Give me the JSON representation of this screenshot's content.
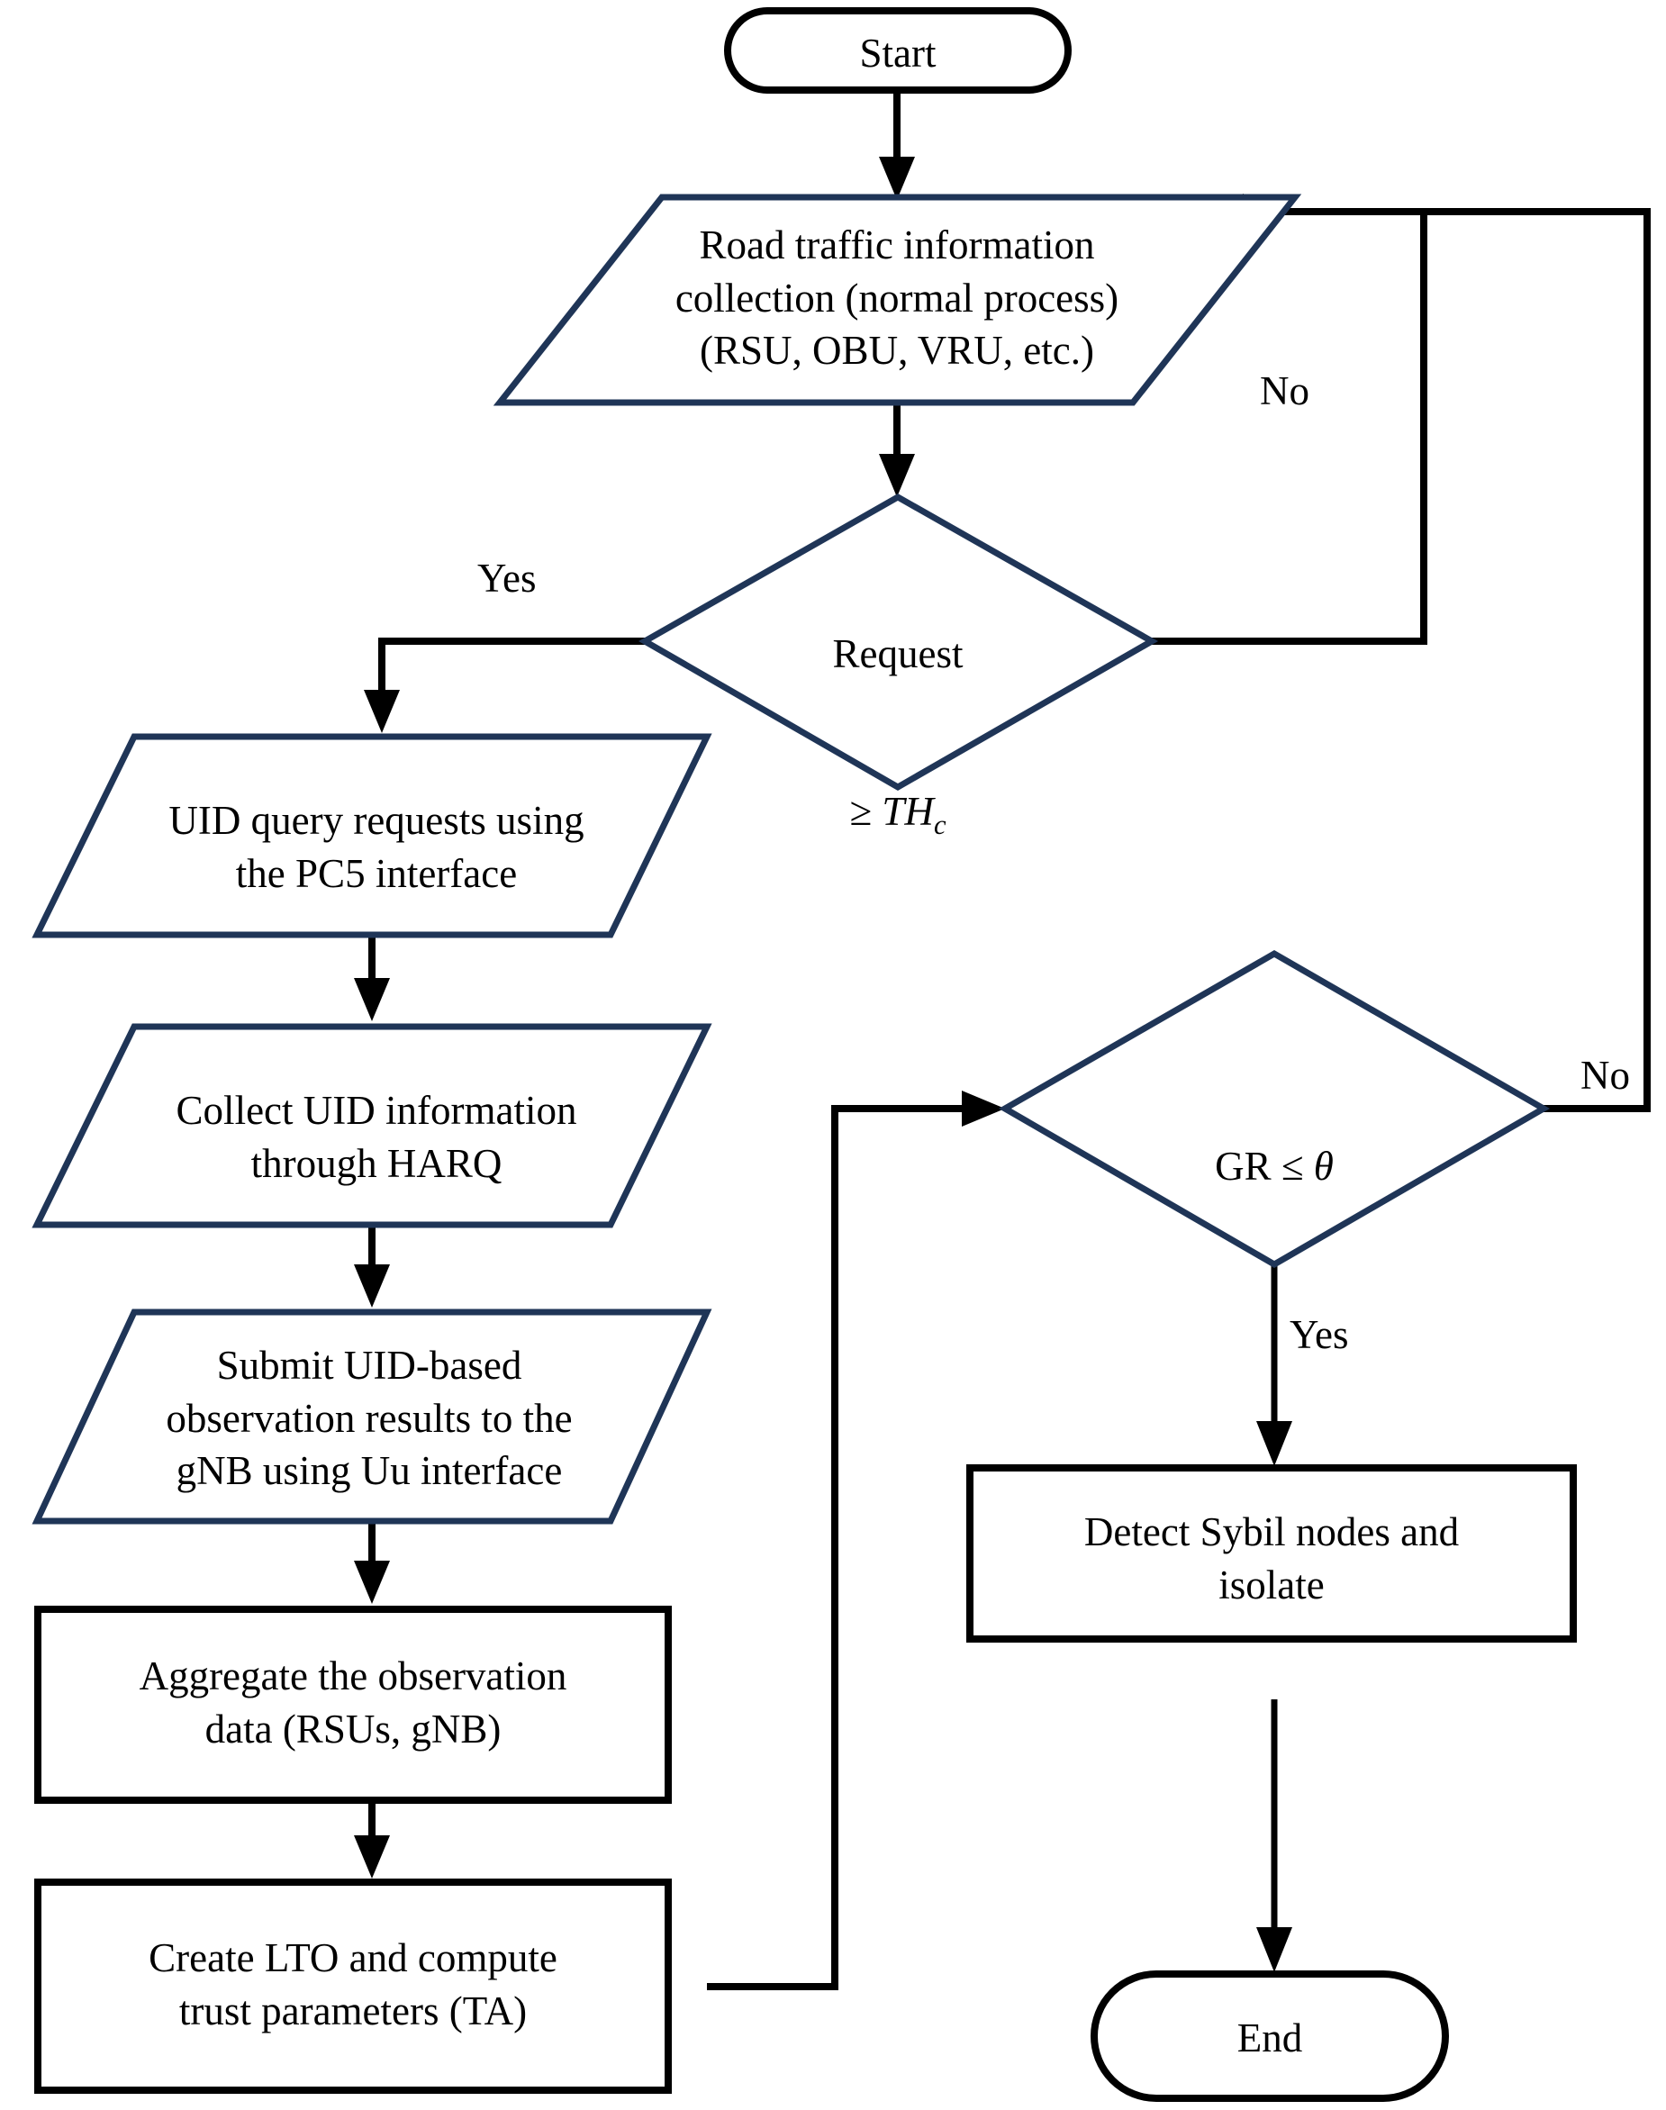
{
  "diagram": {
    "title": "Sybil node detection flowchart",
    "colors": {
      "shape_navy_stroke": "#1F3557",
      "shape_black_stroke": "#000000",
      "connector": "#000000",
      "background": "#FFFFFF",
      "text": "#000000"
    }
  },
  "nodes": {
    "start": {
      "label": "Start",
      "shape": "terminator"
    },
    "road_traffic": {
      "label": "Road traffic information\ncollection (normal process)\n(RSU, OBU, VRU, etc.)",
      "shape": "parallelogram"
    },
    "request_decision": {
      "label_line1": "Request",
      "label_line2_op": "≥",
      "label_line2_var": "TH",
      "label_line2_sub": "c",
      "shape": "diamond"
    },
    "uid_query": {
      "label": "UID query requests using\nthe PC5 interface",
      "shape": "parallelogram"
    },
    "collect_uid": {
      "label": "Collect UID information\nthrough HARQ",
      "shape": "parallelogram"
    },
    "submit_uid": {
      "label": "Submit UID-based\nobservation results to the\ngNB using Uu interface",
      "shape": "parallelogram"
    },
    "aggregate": {
      "label": "Aggregate the observation\ndata (RSUs, gNB)",
      "shape": "rectangle"
    },
    "create_lto": {
      "label": "Create LTO and compute\ntrust parameters (TA)",
      "shape": "rectangle"
    },
    "gr_decision": {
      "label_prefix": "GR ≤ ",
      "label_var": "θ",
      "shape": "diamond"
    },
    "detect_sybil": {
      "label": "Detect Sybil nodes and\nisolate",
      "shape": "rectangle"
    },
    "end": {
      "label": "End",
      "shape": "terminator"
    }
  },
  "edge_labels": {
    "request_yes": "Yes",
    "request_no": "No",
    "gr_no": "No",
    "gr_yes": "Yes"
  }
}
